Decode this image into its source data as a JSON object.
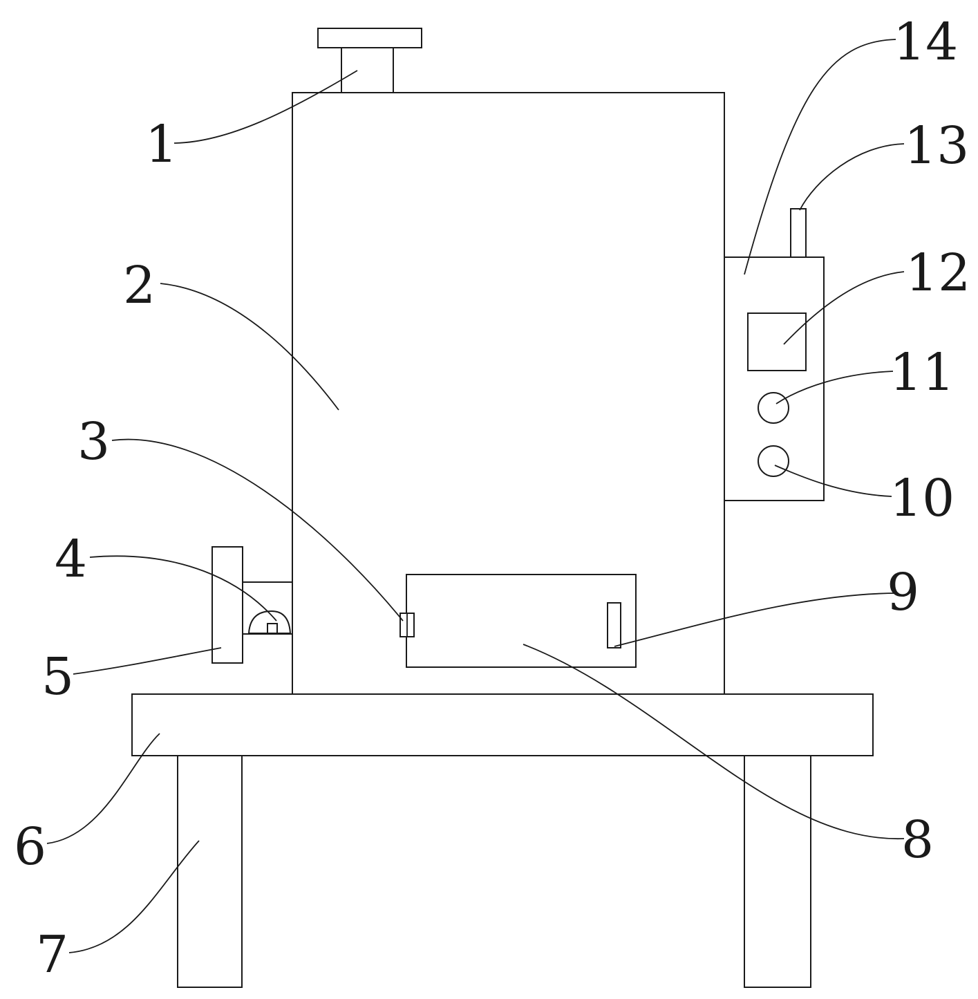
{
  "labels": {
    "l1": "1",
    "l2": "2",
    "l3": "3",
    "l4": "4",
    "l5": "5",
    "l6": "6",
    "l7": "7",
    "l8": "8",
    "l9": "9",
    "l10": "10",
    "l11": "11",
    "l12": "12",
    "l13": "13",
    "l14": "14"
  },
  "colors": {
    "line": "#1a1a1a",
    "background": "#ffffff"
  }
}
